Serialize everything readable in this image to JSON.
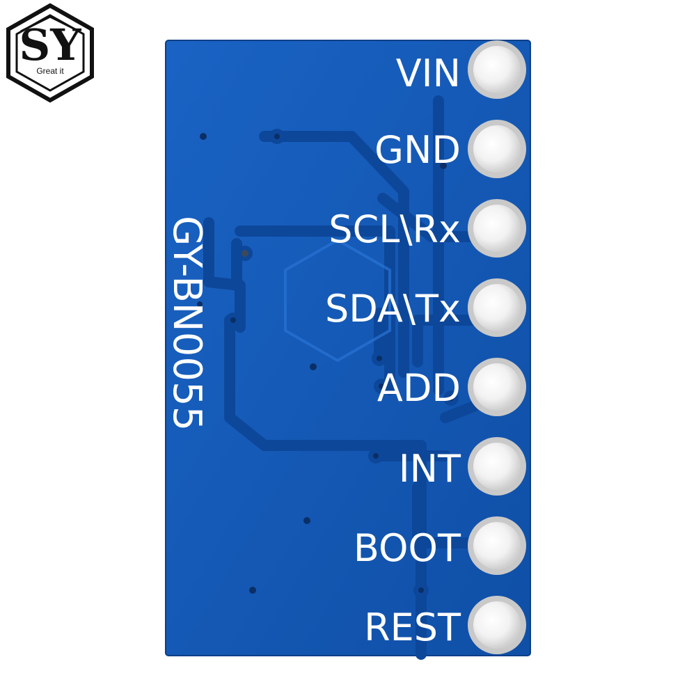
{
  "brand": {
    "logo_letters": "SY",
    "logo_tagline": "Great it"
  },
  "board": {
    "model": "GY-BN0055",
    "color": "#1559b8",
    "pins": [
      {
        "label": "VIN"
      },
      {
        "label": "GND"
      },
      {
        "label": "SCL\\Rx"
      },
      {
        "label": "SDA\\Tx"
      },
      {
        "label": "ADD"
      },
      {
        "label": "INT"
      },
      {
        "label": "BOOT"
      },
      {
        "label": "REST"
      }
    ]
  }
}
